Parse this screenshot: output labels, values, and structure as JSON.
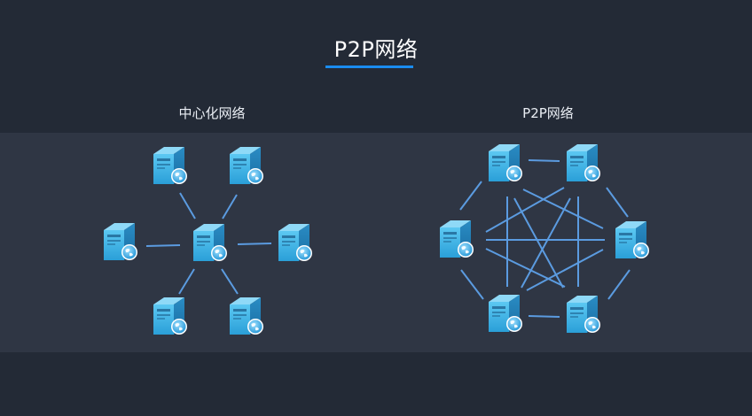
{
  "title": "P2P网络",
  "colors": {
    "background": "#232a36",
    "band": "#2f3644",
    "accent": "#1a8cf0",
    "link": "#5b9be0",
    "server": "#3fb6ea"
  },
  "left_diagram": {
    "label": "中心化网络",
    "node_icon": "server-globe-icon",
    "nodes": [
      "top-left",
      "top-right",
      "left",
      "center",
      "right",
      "bottom-left",
      "bottom-right"
    ],
    "topology": "star",
    "hub": "center"
  },
  "right_diagram": {
    "label": "P2P网络",
    "node_icon": "server-globe-icon",
    "nodes": [
      "top-left",
      "top-right",
      "right",
      "bottom-right",
      "bottom-left",
      "left"
    ],
    "topology": "full-mesh"
  }
}
